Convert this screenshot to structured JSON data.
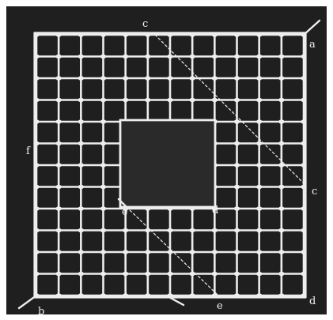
{
  "labels": {
    "a": "a",
    "b": "b",
    "c_top": "c",
    "c_right": "c",
    "d_center": "d",
    "d_bottom": "d",
    "e_center": "e",
    "e_bottom": "e",
    "f_left": "f"
  },
  "colors": {
    "background": "#1f1f1f",
    "thread": "#ededed",
    "hole": "#2a2a2a",
    "frame": "#ffffff"
  }
}
